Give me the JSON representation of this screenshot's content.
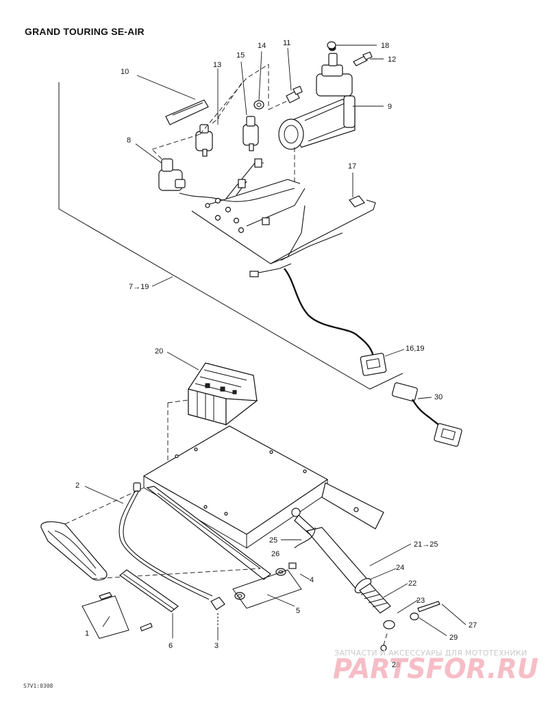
{
  "page": {
    "title": "GRAND TOURING SE-AIR"
  },
  "labels": {
    "p1": "1",
    "p2": "2",
    "p3": "3",
    "p4": "4",
    "p5": "5",
    "p6": "6",
    "p7_19": "7→19",
    "p8": "8",
    "p9": "9",
    "p10": "10",
    "p11": "11",
    "p12": "12",
    "p13": "13",
    "p14": "14",
    "p15": "15",
    "p16_19": "16,19",
    "p17": "17",
    "p18": "18",
    "p20": "20",
    "p21_25": "21→25",
    "p22": "22",
    "p23": "23",
    "p24": "24",
    "p25": "25",
    "p26": "26",
    "p27": "27",
    "p28": "28",
    "p29": "29",
    "p30": "30"
  },
  "watermark": {
    "caption": "ЗАПЧАСТИ И АКСЕССУАРЫ ДЛЯ МОТОТЕХНИКИ",
    "logo": "PARTSFOR.RU"
  },
  "footer": {
    "code": "S7V1:0308"
  }
}
